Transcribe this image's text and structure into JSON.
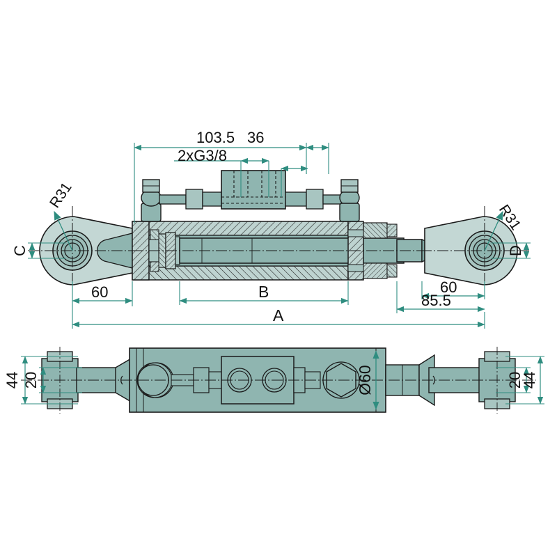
{
  "drawing": {
    "title": "Hydraulic Top Link Cylinder - Technical Drawing",
    "type": "engineering-dimension-drawing",
    "views": [
      "side-section-view",
      "plan-view"
    ],
    "colors": {
      "body_fill": "#8fb5b0",
      "body_fill_light": "#c3d7d4",
      "body_fill_mid": "#a8c5c1",
      "hatch_fill": "#bed3d0",
      "outline": "#1a1a1a",
      "dimension": "#2f8d80",
      "text": "#111111",
      "background": "#ffffff"
    }
  },
  "dimensions": {
    "top_left_overall": "103.5",
    "port_spacing": "36",
    "port_thread": "2xG3/8",
    "left_radius": "R31",
    "right_radius": "R31",
    "left_bore": "C",
    "right_bore": "D",
    "left_eye_center": "60",
    "right_eye_center": "60",
    "right_eye_total": "85.5",
    "stroke": "B",
    "overall_length": "A",
    "plan_left_width": "44",
    "plan_left_thickness": "20",
    "plan_right_width": "44",
    "plan_right_thickness": "20",
    "barrel_diameter": "Ø60"
  },
  "labels": [
    {
      "id": "dim-103-5",
      "text": "103.5",
      "meaning": "distance from left eye axis to first port"
    },
    {
      "id": "dim-36",
      "text": "36",
      "meaning": "spacing between the two G3/8 ports"
    },
    {
      "id": "dim-2xg38",
      "text": "2xG3/8",
      "meaning": "two G3/8 threaded hydraulic ports"
    },
    {
      "id": "dim-r31-left",
      "text": "R31",
      "meaning": "left eye end outer radius"
    },
    {
      "id": "dim-r31-right",
      "text": "R31",
      "meaning": "right eye end outer radius"
    },
    {
      "id": "dim-c",
      "text": "C",
      "meaning": "left eye bore diameter variable"
    },
    {
      "id": "dim-d",
      "text": "D",
      "meaning": "right eye bore diameter variable"
    },
    {
      "id": "dim-60-left",
      "text": "60",
      "meaning": "left eye axis to cylinder end face"
    },
    {
      "id": "dim-60-right",
      "text": "60",
      "meaning": "right eye axis to rod shoulder"
    },
    {
      "id": "dim-85-5",
      "text": "85.5",
      "meaning": "right eye axis to cylinder gland face"
    },
    {
      "id": "dim-b",
      "text": "B",
      "meaning": "stroke length variable"
    },
    {
      "id": "dim-a",
      "text": "A",
      "meaning": "overall closed length variable"
    },
    {
      "id": "dim-44-left",
      "text": "44",
      "meaning": "left clevis overall width"
    },
    {
      "id": "dim-20-left",
      "text": "20",
      "meaning": "left eye shank thickness"
    },
    {
      "id": "dim-20-right",
      "text": "20",
      "meaning": "right eye shank thickness"
    },
    {
      "id": "dim-44-right",
      "text": "44",
      "meaning": "right clevis overall width"
    },
    {
      "id": "dim-d60",
      "text": "Ø60",
      "meaning": "cylinder barrel outside diameter"
    }
  ]
}
